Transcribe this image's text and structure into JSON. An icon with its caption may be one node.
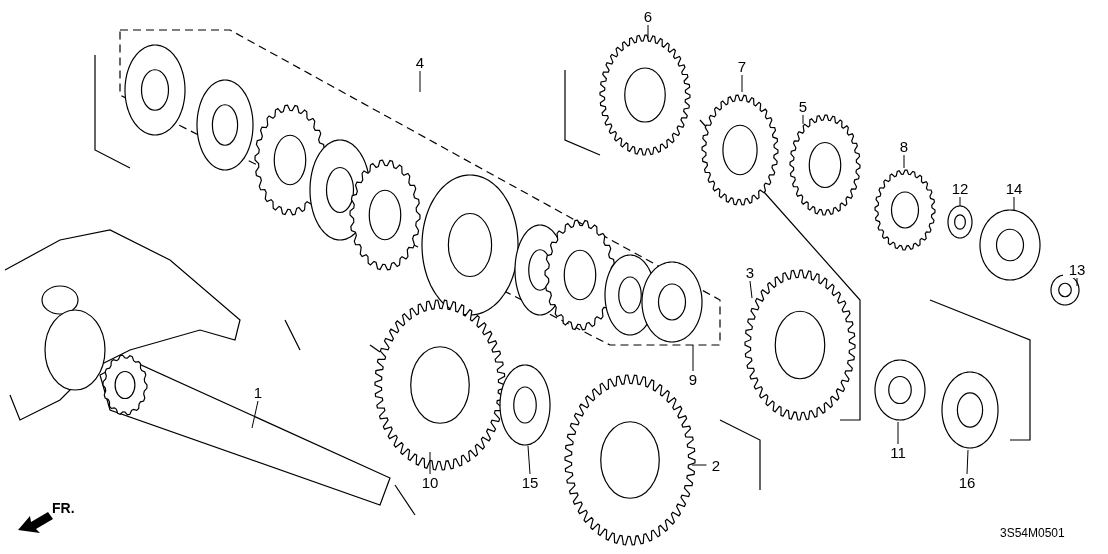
{
  "diagram": {
    "nodes": [
      {
        "text": [
          "6"
        ]
      },
      {
        "text": [
          "4"
        ]
      },
      {
        "text": [
          "7"
        ]
      },
      {
        "text": [
          "5"
        ]
      },
      {
        "text": [
          "8"
        ]
      },
      {
        "text": [
          "12"
        ]
      },
      {
        "text": [
          "14"
        ]
      },
      {
        "text": [
          "13"
        ]
      },
      {
        "text": [
          "3"
        ]
      },
      {
        "text": [
          "9"
        ]
      },
      {
        "text": [
          "1"
        ]
      },
      {
        "text": [
          "10"
        ]
      },
      {
        "text": [
          "15"
        ]
      },
      {
        "text": [
          "2"
        ]
      },
      {
        "text": [
          "11"
        ]
      },
      {
        "text": [
          "16"
        ]
      }
    ],
    "edges": [
      {
        "from": 0,
        "to": null,
        "arrow": "none"
      },
      {
        "from": 1,
        "to": null,
        "arrow": "none"
      },
      {
        "from": 2,
        "to": null,
        "arrow": "none"
      },
      {
        "from": 3,
        "to": null,
        "arrow": "none"
      },
      {
        "from": 4,
        "to": null,
        "arrow": "none"
      },
      {
        "from": 5,
        "to": null,
        "arrow": "none"
      },
      {
        "from": 6,
        "to": null,
        "arrow": "none"
      },
      {
        "from": 7,
        "to": null,
        "arrow": "none"
      },
      {
        "from": 8,
        "to": null,
        "arrow": "none"
      },
      {
        "from": 9,
        "to": null,
        "arrow": "none"
      },
      {
        "from": 10,
        "to": null,
        "arrow": "none"
      },
      {
        "from": 11,
        "to": null,
        "arrow": "none"
      },
      {
        "from": 12,
        "to": null,
        "arrow": "none"
      },
      {
        "from": 13,
        "to": null,
        "arrow": "none"
      },
      {
        "from": 14,
        "to": null,
        "arrow": "none"
      },
      {
        "from": 15,
        "to": null,
        "arrow": "none"
      }
    ],
    "labels": [
      "FR.",
      "3S54M0501"
    ]
  }
}
